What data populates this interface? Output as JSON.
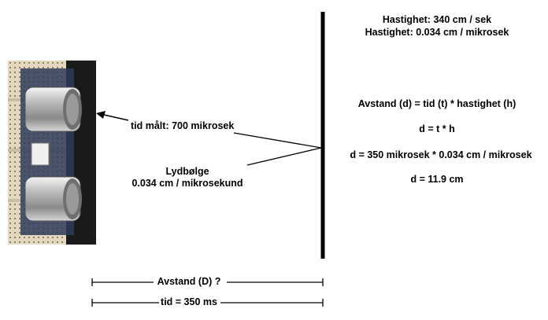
{
  "speed": {
    "line1": "Hastighet: 340 cm / sek",
    "line2": "Hastighet: 0.034 cm / mikrosek"
  },
  "formula": {
    "line1": "Avstand (d) = tid (t) * hastighet (h)",
    "line2": "d = t * h",
    "line3": "d = 350 mikrosek * 0.034 cm / mikrosek",
    "line4": "d = 11.9 cm"
  },
  "labels": {
    "time_measured": "tid målt: 700 mikrosek",
    "soundwave_title": "Lydbølge",
    "soundwave_speed": "0.034 cm / mikrosekund"
  },
  "dimensions": {
    "distance": "Avstand (D) ?",
    "time": "tid = 350 ms"
  },
  "image": {
    "sensor_photo": "ultrasonic-sensor-on-breadboard"
  }
}
